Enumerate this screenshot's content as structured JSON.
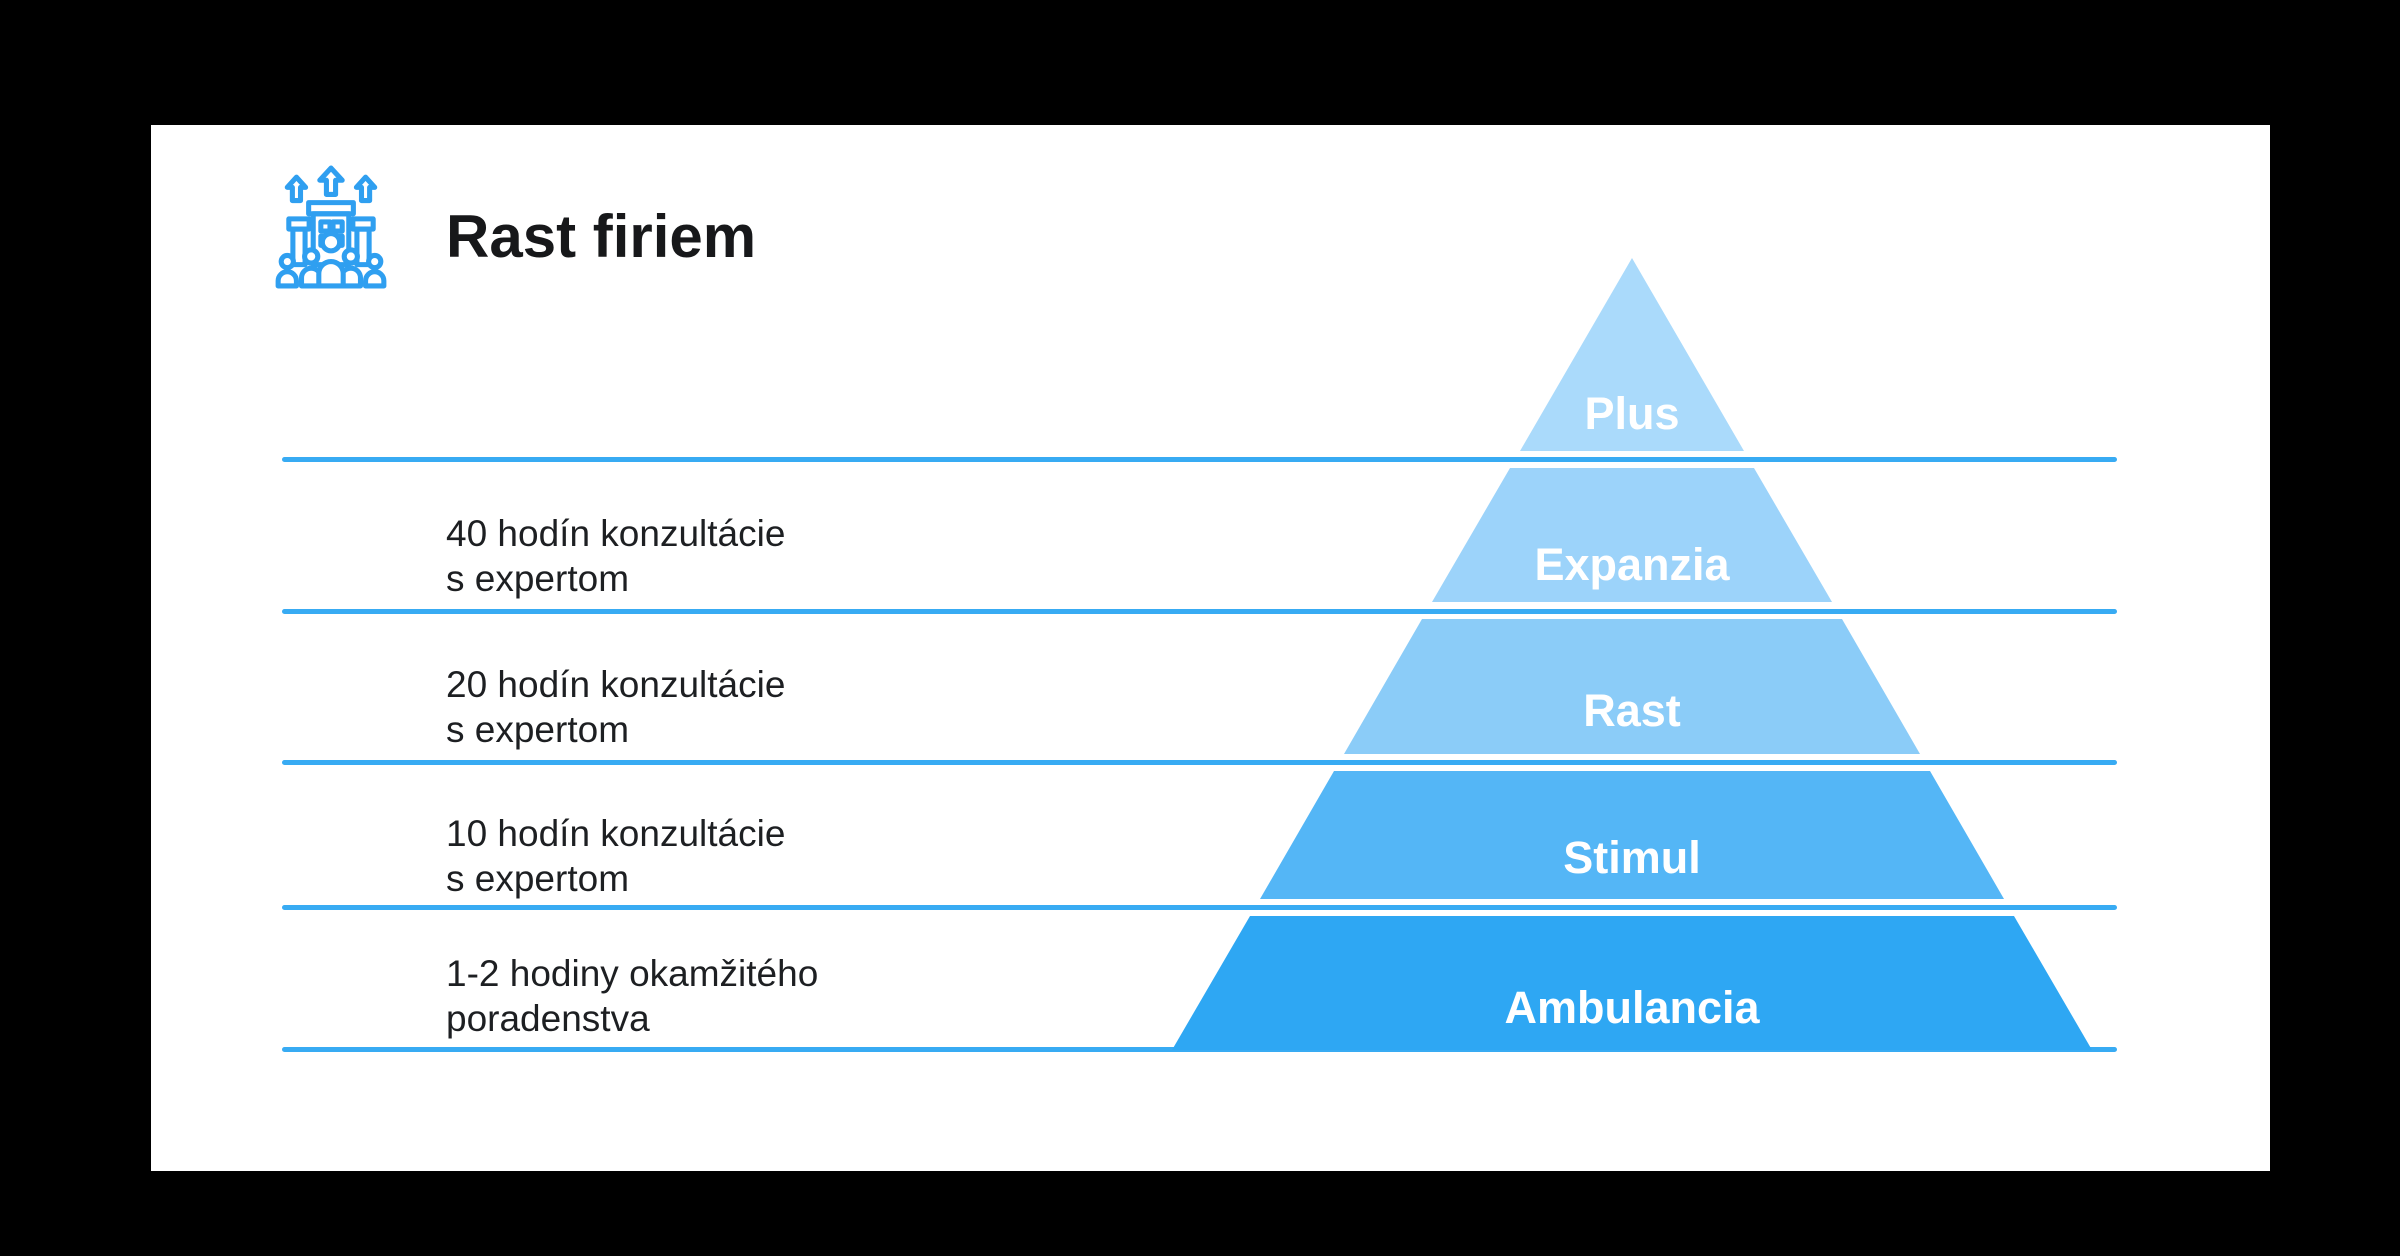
{
  "page": {
    "background": "#000000",
    "card_background": "#ffffff"
  },
  "header": {
    "title": "Rast firiem",
    "icon": "company-growth-icon"
  },
  "colors": {
    "line": "#38abf3",
    "icon": "#2f9ff0",
    "title_text": "#17181a",
    "desc_text": "#1d1f22",
    "level_text": "#ffffff"
  },
  "rows": [
    {
      "line1": "40 hodín konzultácie",
      "line2": "s expertom"
    },
    {
      "line1": "20 hodín konzultácie",
      "line2": "s expertom"
    },
    {
      "line1": "10 hodín konzultácie",
      "line2": "s expertom"
    },
    {
      "line1": "1-2 hodiny okamžitého",
      "line2": "poradenstva"
    }
  ],
  "pyramid": {
    "levels": [
      {
        "label": "Plus",
        "fill": "#aadafb"
      },
      {
        "label": "Expanzia",
        "fill": "#9cd3fa"
      },
      {
        "label": "Rast",
        "fill": "#8bccf8"
      },
      {
        "label": "Stimul",
        "fill": "#54b6f6"
      },
      {
        "label": "Ambulancia",
        "fill": "#2ea7f3"
      }
    ]
  },
  "chart_data": {
    "type": "pyramid",
    "title": "Rast firiem",
    "levels_top_to_bottom": [
      "Plus",
      "Expanzia",
      "Rast",
      "Stimul",
      "Ambulancia"
    ],
    "annotations": [
      {
        "level": "Expanzia",
        "text": "40 hodín konzultácie s expertom"
      },
      {
        "level": "Rast",
        "text": "20 hodín konzultácie s expertom"
      },
      {
        "level": "Stimul",
        "text": "10 hodín konzultácie s expertom"
      },
      {
        "level": "Ambulancia",
        "text": "1-2 hodiny okamžitého poradenstva"
      }
    ],
    "legend_position": "none",
    "grid": false
  }
}
